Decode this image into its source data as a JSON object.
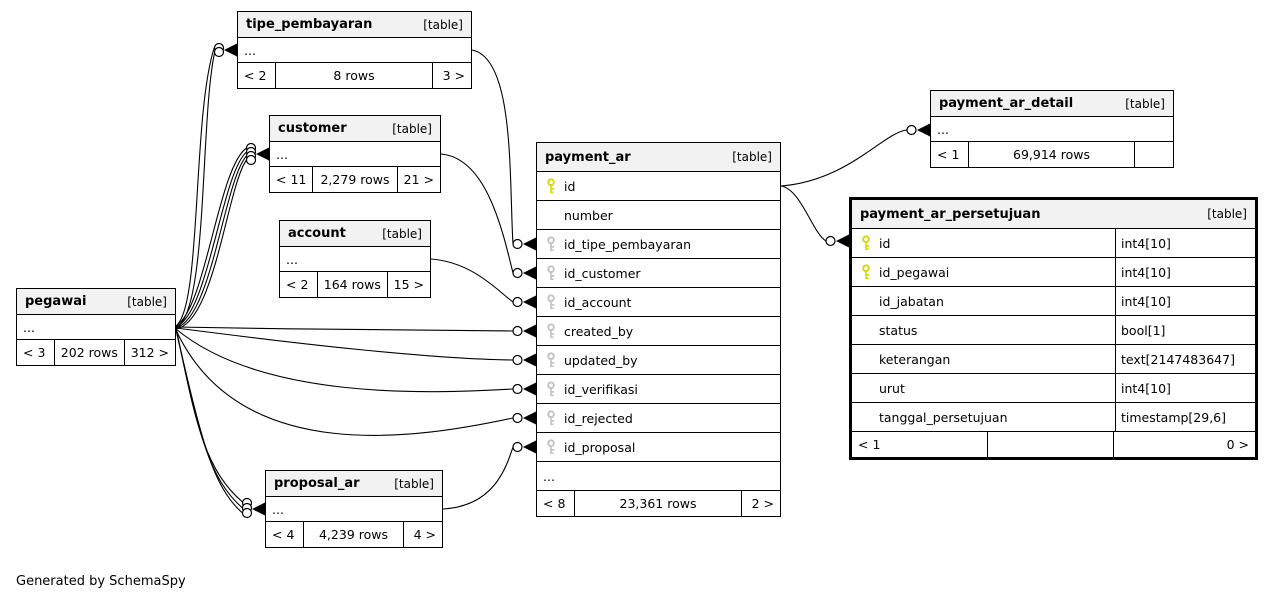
{
  "diagram": {
    "footer_note": "Generated by SchemaSpy",
    "colors": {
      "header_bg": "#f2f2f2",
      "pk_key": "#d8d810",
      "fk_key": "#c4c4c4",
      "line": "#000000"
    }
  },
  "tables": [
    {
      "id": "tipe_pembayaran",
      "name": "tipe_pembayaran",
      "tag": "[table]",
      "rows": [
        {
          "label": "...",
          "icon": "none"
        }
      ],
      "footer": [
        "< 2",
        "8 rows",
        "3 >"
      ]
    },
    {
      "id": "customer",
      "name": "customer",
      "tag": "[table]",
      "rows": [
        {
          "label": "...",
          "icon": "none"
        }
      ],
      "footer": [
        "< 11",
        "2,279 rows",
        "21 >"
      ]
    },
    {
      "id": "account",
      "name": "account",
      "tag": "[table]",
      "rows": [
        {
          "label": "...",
          "icon": "none"
        }
      ],
      "footer": [
        "< 2",
        "164 rows",
        "15 >"
      ]
    },
    {
      "id": "pegawai",
      "name": "pegawai",
      "tag": "[table]",
      "rows": [
        {
          "label": "...",
          "icon": "none"
        }
      ],
      "footer": [
        "< 3",
        "202 rows",
        "312 >"
      ]
    },
    {
      "id": "proposal_ar",
      "name": "proposal_ar",
      "tag": "[table]",
      "rows": [
        {
          "label": "...",
          "icon": "none"
        }
      ],
      "footer": [
        "< 4",
        "4,239 rows",
        "4 >"
      ]
    },
    {
      "id": "payment_ar",
      "name": "payment_ar",
      "tag": "[table]",
      "rows": [
        {
          "label": "id",
          "icon": "pk"
        },
        {
          "label": "number",
          "icon": "none"
        },
        {
          "label": "id_tipe_pembayaran",
          "icon": "fk"
        },
        {
          "label": "id_customer",
          "icon": "fk"
        },
        {
          "label": "id_account",
          "icon": "fk"
        },
        {
          "label": "created_by",
          "icon": "fk"
        },
        {
          "label": "updated_by",
          "icon": "fk"
        },
        {
          "label": "id_verifikasi",
          "icon": "fk"
        },
        {
          "label": "id_rejected",
          "icon": "fk"
        },
        {
          "label": "id_proposal",
          "icon": "fk"
        },
        {
          "label": "...",
          "icon": "none"
        }
      ],
      "footer": [
        "< 8",
        "23,361 rows",
        "2 >"
      ]
    },
    {
      "id": "payment_ar_detail",
      "name": "payment_ar_detail",
      "tag": "[table]",
      "rows": [
        {
          "label": "...",
          "icon": "none"
        }
      ],
      "footer": [
        "< 1",
        "69,914 rows",
        ""
      ]
    },
    {
      "id": "payment_ar_persetujuan",
      "name": "payment_ar_persetujuan",
      "tag": "[table]",
      "emphasized": true,
      "rows": [
        {
          "label": "id",
          "icon": "pk",
          "type": "int4[10]"
        },
        {
          "label": "id_pegawai",
          "icon": "pk",
          "type": "int4[10]"
        },
        {
          "label": "id_jabatan",
          "icon": "none",
          "type": "int4[10]"
        },
        {
          "label": "status",
          "icon": "none",
          "type": "bool[1]"
        },
        {
          "label": "keterangan",
          "icon": "none",
          "type": "text[2147483647]"
        },
        {
          "label": "urut",
          "icon": "none",
          "type": "int4[10]"
        },
        {
          "label": "tanggal_persetujuan",
          "icon": "none",
          "type": "timestamp[29,6]"
        }
      ],
      "footer": [
        "< 1",
        "",
        "0 >"
      ]
    }
  ],
  "relationships": [
    {
      "from": "pegawai",
      "to": "tipe_pembayaran",
      "lines": 2
    },
    {
      "from": "pegawai",
      "to": "customer",
      "lines": 4
    },
    {
      "from": "pegawai",
      "to": "payment_ar.created_by",
      "lines": 1
    },
    {
      "from": "pegawai",
      "to": "payment_ar.updated_by",
      "lines": 1
    },
    {
      "from": "pegawai",
      "to": "payment_ar.id_verifikasi",
      "lines": 1
    },
    {
      "from": "pegawai",
      "to": "payment_ar.id_rejected",
      "lines": 1
    },
    {
      "from": "pegawai",
      "to": "proposal_ar",
      "lines": 3
    },
    {
      "from": "tipe_pembayaran",
      "to": "payment_ar.id_tipe_pembayaran",
      "lines": 1
    },
    {
      "from": "customer",
      "to": "payment_ar.id_customer",
      "lines": 1
    },
    {
      "from": "account",
      "to": "payment_ar.id_account",
      "lines": 1
    },
    {
      "from": "proposal_ar",
      "to": "payment_ar.id_proposal",
      "lines": 1
    },
    {
      "from": "payment_ar.id",
      "to": "payment_ar_detail",
      "lines": 1
    },
    {
      "from": "payment_ar.id",
      "to": "payment_ar_persetujuan.id",
      "lines": 1
    }
  ]
}
